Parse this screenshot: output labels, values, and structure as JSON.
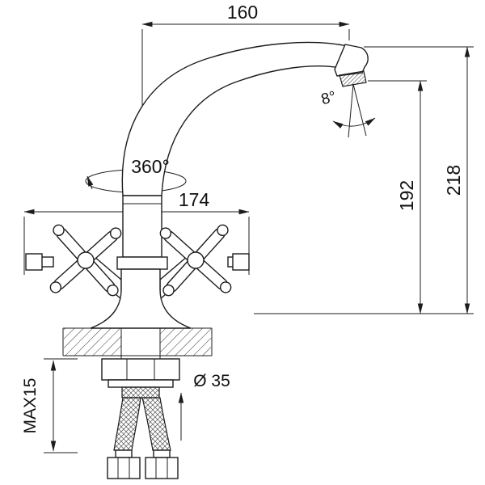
{
  "drawing": {
    "background": "#ffffff",
    "line_color": "#1c1c1c",
    "dimensions": {
      "spout_reach": "160",
      "overall_height": "218",
      "spout_outlet_height": "192",
      "handle_span": "174",
      "swivel_angle": "360°",
      "spout_tilt_angle": "8°",
      "mount_hole_diameter": "Ø 35",
      "max_deck_thickness": "MAX15"
    }
  }
}
